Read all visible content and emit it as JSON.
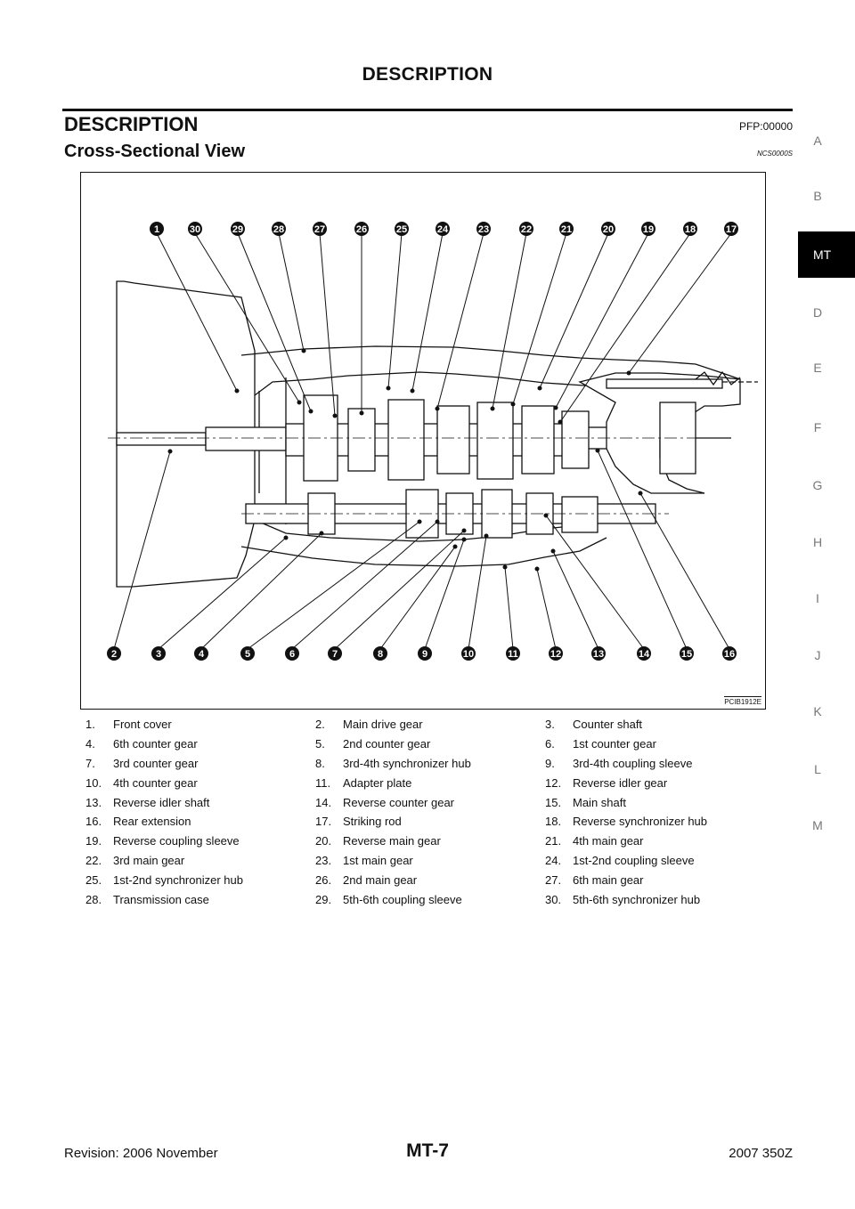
{
  "header": {
    "title": "DESCRIPTION"
  },
  "section": {
    "title": "DESCRIPTION",
    "code": "PFP:00000"
  },
  "subsection": {
    "title": "Cross-Sectional View",
    "code": "NCS0000S"
  },
  "sidebar": {
    "letters": [
      "A",
      "B",
      "MT",
      "D",
      "E",
      "F",
      "G",
      "H",
      "I",
      "J",
      "K",
      "L",
      "M"
    ],
    "active": "MT"
  },
  "figure": {
    "code": "PCIB1912E",
    "top_callouts": [
      "1",
      "30",
      "29",
      "28",
      "27",
      "26",
      "25",
      "24",
      "23",
      "22",
      "21",
      "20",
      "19",
      "18",
      "17"
    ],
    "bottom_callouts": [
      "2",
      "3",
      "4",
      "5",
      "6",
      "7",
      "8",
      "9",
      "10",
      "11",
      "12",
      "13",
      "14",
      "15",
      "16"
    ]
  },
  "legend": [
    {
      "num": "1.",
      "label": "Front cover"
    },
    {
      "num": "2.",
      "label": "Main drive gear"
    },
    {
      "num": "3.",
      "label": "Counter shaft"
    },
    {
      "num": "4.",
      "label": "6th counter gear"
    },
    {
      "num": "5.",
      "label": "2nd counter gear"
    },
    {
      "num": "6.",
      "label": "1st counter gear"
    },
    {
      "num": "7.",
      "label": "3rd counter gear"
    },
    {
      "num": "8.",
      "label": "3rd-4th synchronizer hub"
    },
    {
      "num": "9.",
      "label": "3rd-4th coupling sleeve"
    },
    {
      "num": "10.",
      "label": "4th counter gear"
    },
    {
      "num": "11.",
      "label": "Adapter plate"
    },
    {
      "num": "12.",
      "label": "Reverse idler gear"
    },
    {
      "num": "13.",
      "label": "Reverse idler shaft"
    },
    {
      "num": "14.",
      "label": "Reverse counter gear"
    },
    {
      "num": "15.",
      "label": "Main shaft"
    },
    {
      "num": "16.",
      "label": "Rear extension"
    },
    {
      "num": "17.",
      "label": "Striking rod"
    },
    {
      "num": "18.",
      "label": "Reverse synchronizer hub"
    },
    {
      "num": "19.",
      "label": "Reverse coupling sleeve"
    },
    {
      "num": "20.",
      "label": "Reverse main gear"
    },
    {
      "num": "21.",
      "label": "4th main gear"
    },
    {
      "num": "22.",
      "label": "3rd main gear"
    },
    {
      "num": "23.",
      "label": "1st main gear"
    },
    {
      "num": "24.",
      "label": "1st-2nd coupling sleeve"
    },
    {
      "num": "25.",
      "label": "1st-2nd synchronizer hub"
    },
    {
      "num": "26.",
      "label": "2nd main gear"
    },
    {
      "num": "27.",
      "label": "6th main gear"
    },
    {
      "num": "28.",
      "label": "Transmission case"
    },
    {
      "num": "29.",
      "label": "5th-6th coupling sleeve"
    },
    {
      "num": "30.",
      "label": "5th-6th synchronizer hub"
    }
  ],
  "footer": {
    "revision": "Revision: 2006 November",
    "page": "MT-7",
    "model": "2007 350Z"
  }
}
